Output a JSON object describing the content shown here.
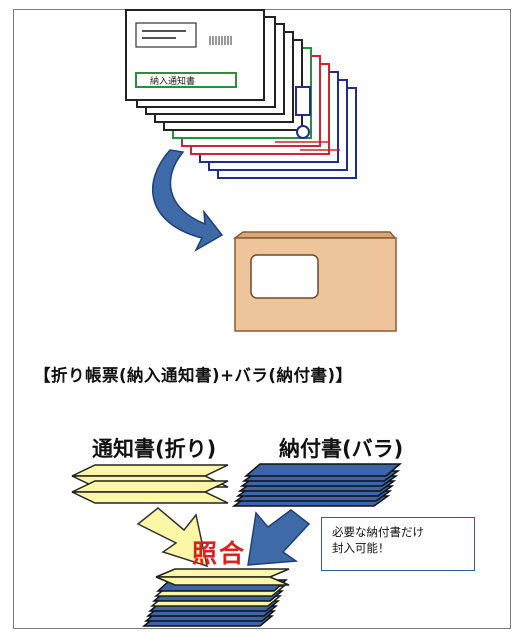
{
  "caption": "【折り帳票(納入通知書)+バラ(納付書)】",
  "labels": {
    "notice_folded": "通知書(折り)",
    "payment_loose": "納付書(バラ)",
    "match": "照合"
  },
  "form_stamp": "納入通知書",
  "note": {
    "line1": "必要な納付書だけ",
    "line2": "封入可能！"
  },
  "colors": {
    "arrow_blue": "#3f6aa8",
    "envelope": "#eec59a",
    "notice_yellow": "#fbf7a6",
    "payment_blue": "#3d63a8",
    "match_red": "#e02020"
  }
}
